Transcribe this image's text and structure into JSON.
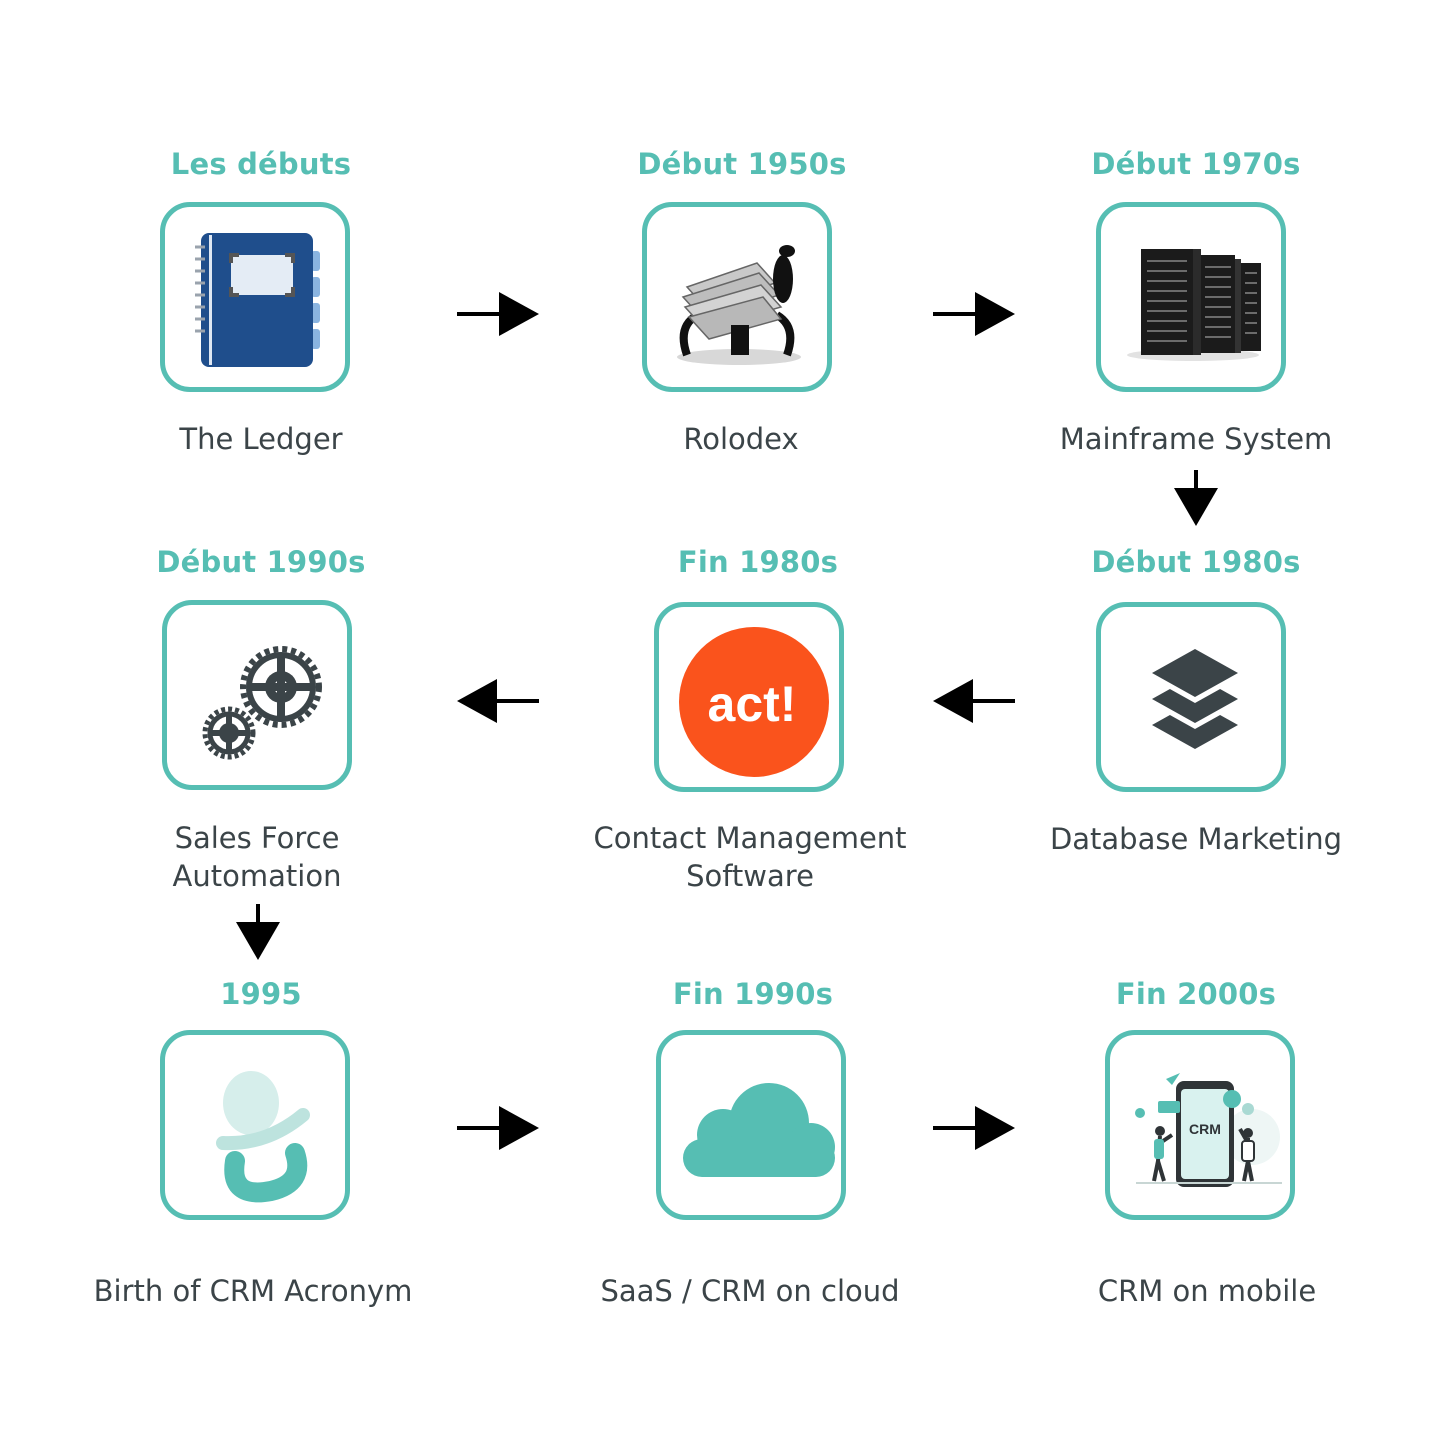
{
  "milestones": [
    {
      "era": "Les débuts",
      "caption": [
        "The Ledger"
      ],
      "icon": "ledger-notebook-icon"
    },
    {
      "era": "Début 1950s",
      "caption": [
        "Rolodex"
      ],
      "icon": "rolodex-icon"
    },
    {
      "era": "Début 1970s",
      "caption": [
        "Mainframe System"
      ],
      "icon": "server-rack-icon"
    },
    {
      "era": "Début 1980s",
      "caption": [
        "Database Marketing"
      ],
      "icon": "database-layers-icon"
    },
    {
      "era": "Fin 1980s",
      "caption": [
        "Contact Management",
        "Software"
      ],
      "icon": "act-logo",
      "logo_text": "act!"
    },
    {
      "era": "Début 1990s",
      "caption": [
        "Sales Force",
        "Automation"
      ],
      "icon": "gears-icon"
    },
    {
      "era": "1995",
      "caption": [
        "Birth of CRM Acronym"
      ],
      "icon": "pacifier-icon"
    },
    {
      "era": "Fin 1990s",
      "caption": [
        "SaaS / CRM on cloud"
      ],
      "icon": "cloud-icon"
    },
    {
      "era": "Fin 2000s",
      "caption": [
        "CRM on mobile"
      ],
      "icon": "crm-mobile-icon",
      "logo_text": "CRM"
    }
  ],
  "colors": {
    "accent": "#56beb3",
    "text": "#3b4448",
    "act_orange": "#fa531c",
    "arrow": "#000000"
  }
}
